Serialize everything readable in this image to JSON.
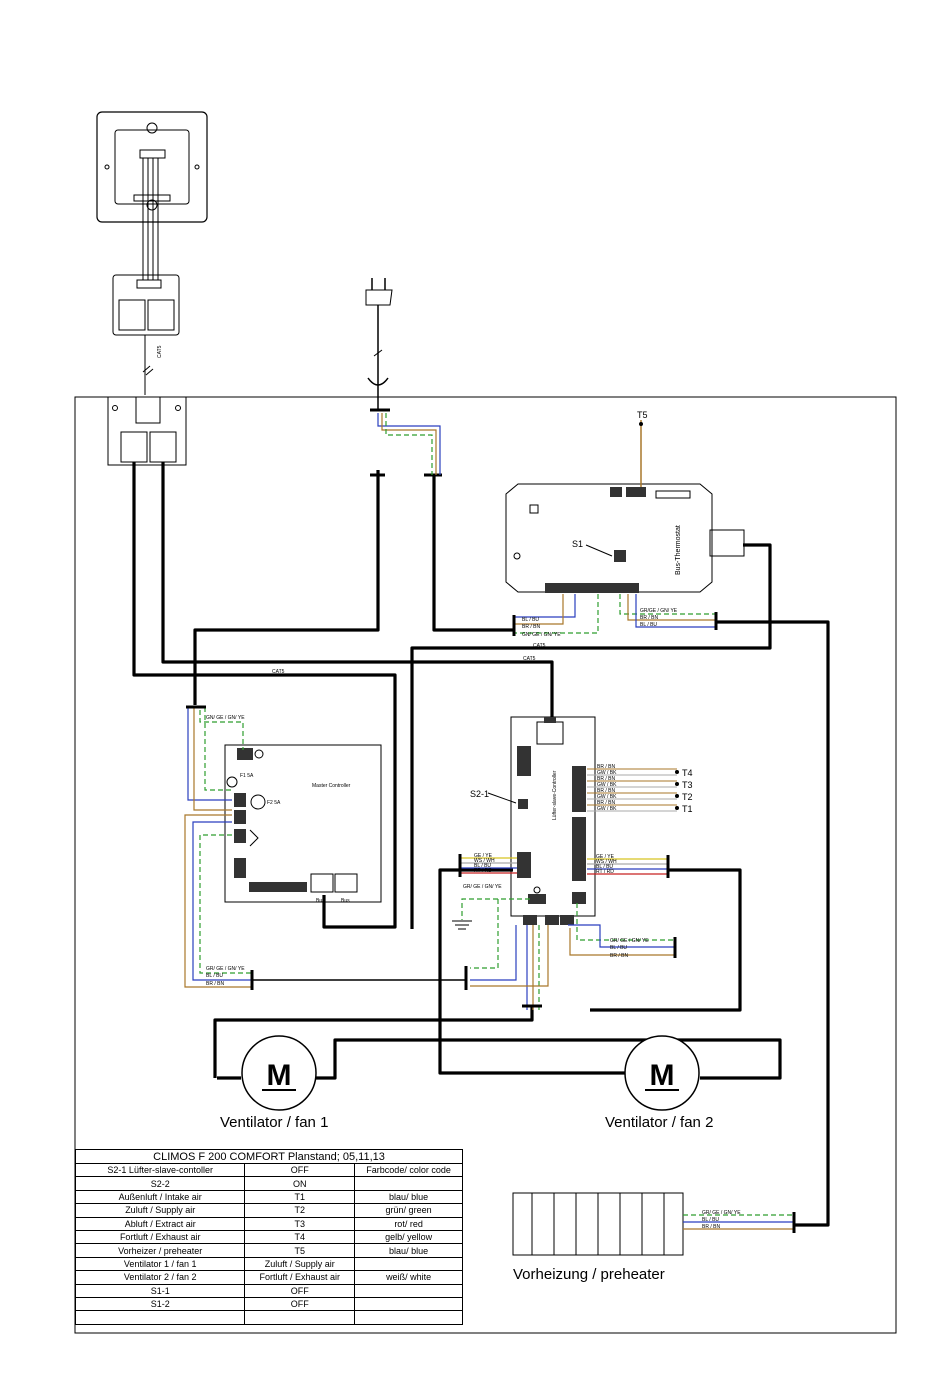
{
  "main_frame": {
    "cable_cat5_1": "CAT5",
    "cable_cat5_2": "CAT5",
    "cable_cat5_3": "CAT5",
    "cable_cat5_4": "CAT5"
  },
  "bus_thermostat": {
    "label": "Bus-Thermostat",
    "sensor": "T5",
    "switch": "S1",
    "wires": [
      "GR/GE / GN/ YE",
      "BR / BN",
      "BL / BU"
    ],
    "bus_wires": [
      "BL / BU",
      "BR / BN",
      "GN/ GE / GN/ YE"
    ]
  },
  "master_controller": {
    "label": "Master Controller",
    "fuse1": "F1 5A",
    "fuse2": "F2 5A",
    "wires_top": "GN/ GE / GN/ YE",
    "wires_bottom": [
      "GR/ GE / GN/ YE",
      "BL / BU",
      "BR / BN"
    ],
    "ports": [
      "Bus",
      "Bus"
    ]
  },
  "slave_controller": {
    "label": "Lüfter-slave-Controller",
    "switch": "S2-1",
    "sensor_wires": [
      "BR / BN",
      "GW / BK",
      "BR / BN",
      "GW / BK",
      "BR / BN",
      "GW / BK",
      "BR / BN",
      "GW / BK"
    ],
    "sensors": [
      "T4",
      "T3",
      "T2",
      "T1"
    ],
    "left_wires": [
      "GE / YE",
      "WS / WH",
      "BL / BU",
      "RT / RD"
    ],
    "right_wires": [
      "GE / YE",
      "WS / WH",
      "BL / BU",
      "RT / RD"
    ],
    "mid_wires": "GR/ GE / GN/ YE",
    "fan2_wires": [
      "GR/ GE / GN/ YE",
      "BL / BU",
      "BR / BN"
    ]
  },
  "fans": {
    "motor_symbol": "M",
    "fan1_label": "Ventilator / fan 1",
    "fan2_label": "Ventilator / fan 2"
  },
  "preheater": {
    "label": "Vorheizung / preheater",
    "wires": [
      "GR/ GE / GN/ YE",
      "BL / BU",
      "BR / BN"
    ]
  },
  "legend": {
    "title": "CLIMOS F 200 COMFORT Planstand; 05,11,13",
    "rows": [
      [
        "S2-1 Lüfter-slave-contoller",
        "OFF",
        "Farbcode/ color code"
      ],
      [
        "S2-2",
        "ON",
        ""
      ],
      [
        "Außenluft / Intake air",
        "T1",
        "blau/ blue"
      ],
      [
        "Zuluft / Supply air",
        "T2",
        "grün/ green"
      ],
      [
        "Abluft / Extract air",
        "T3",
        "rot/ red"
      ],
      [
        "Fortluft / Exhaust air",
        "T4",
        "gelb/ yellow"
      ],
      [
        "Vorheizer / preheater",
        "T5",
        "blau/ blue"
      ],
      [
        "Ventilator 1 / fan 1",
        "Zuluft / Supply air",
        ""
      ],
      [
        "Ventilator 2 / fan 2",
        "Fortluft / Exhaust air",
        "weiß/ white"
      ],
      [
        "S1-1",
        "OFF",
        ""
      ],
      [
        "S1-2",
        "OFF",
        ""
      ]
    ]
  },
  "colors": {
    "green_yellow": "#2e9e2e",
    "blue": "#2a3fbf",
    "brown": "#a9772a",
    "red": "#c82020",
    "yellow": "#d8c420",
    "black": "#000000"
  }
}
